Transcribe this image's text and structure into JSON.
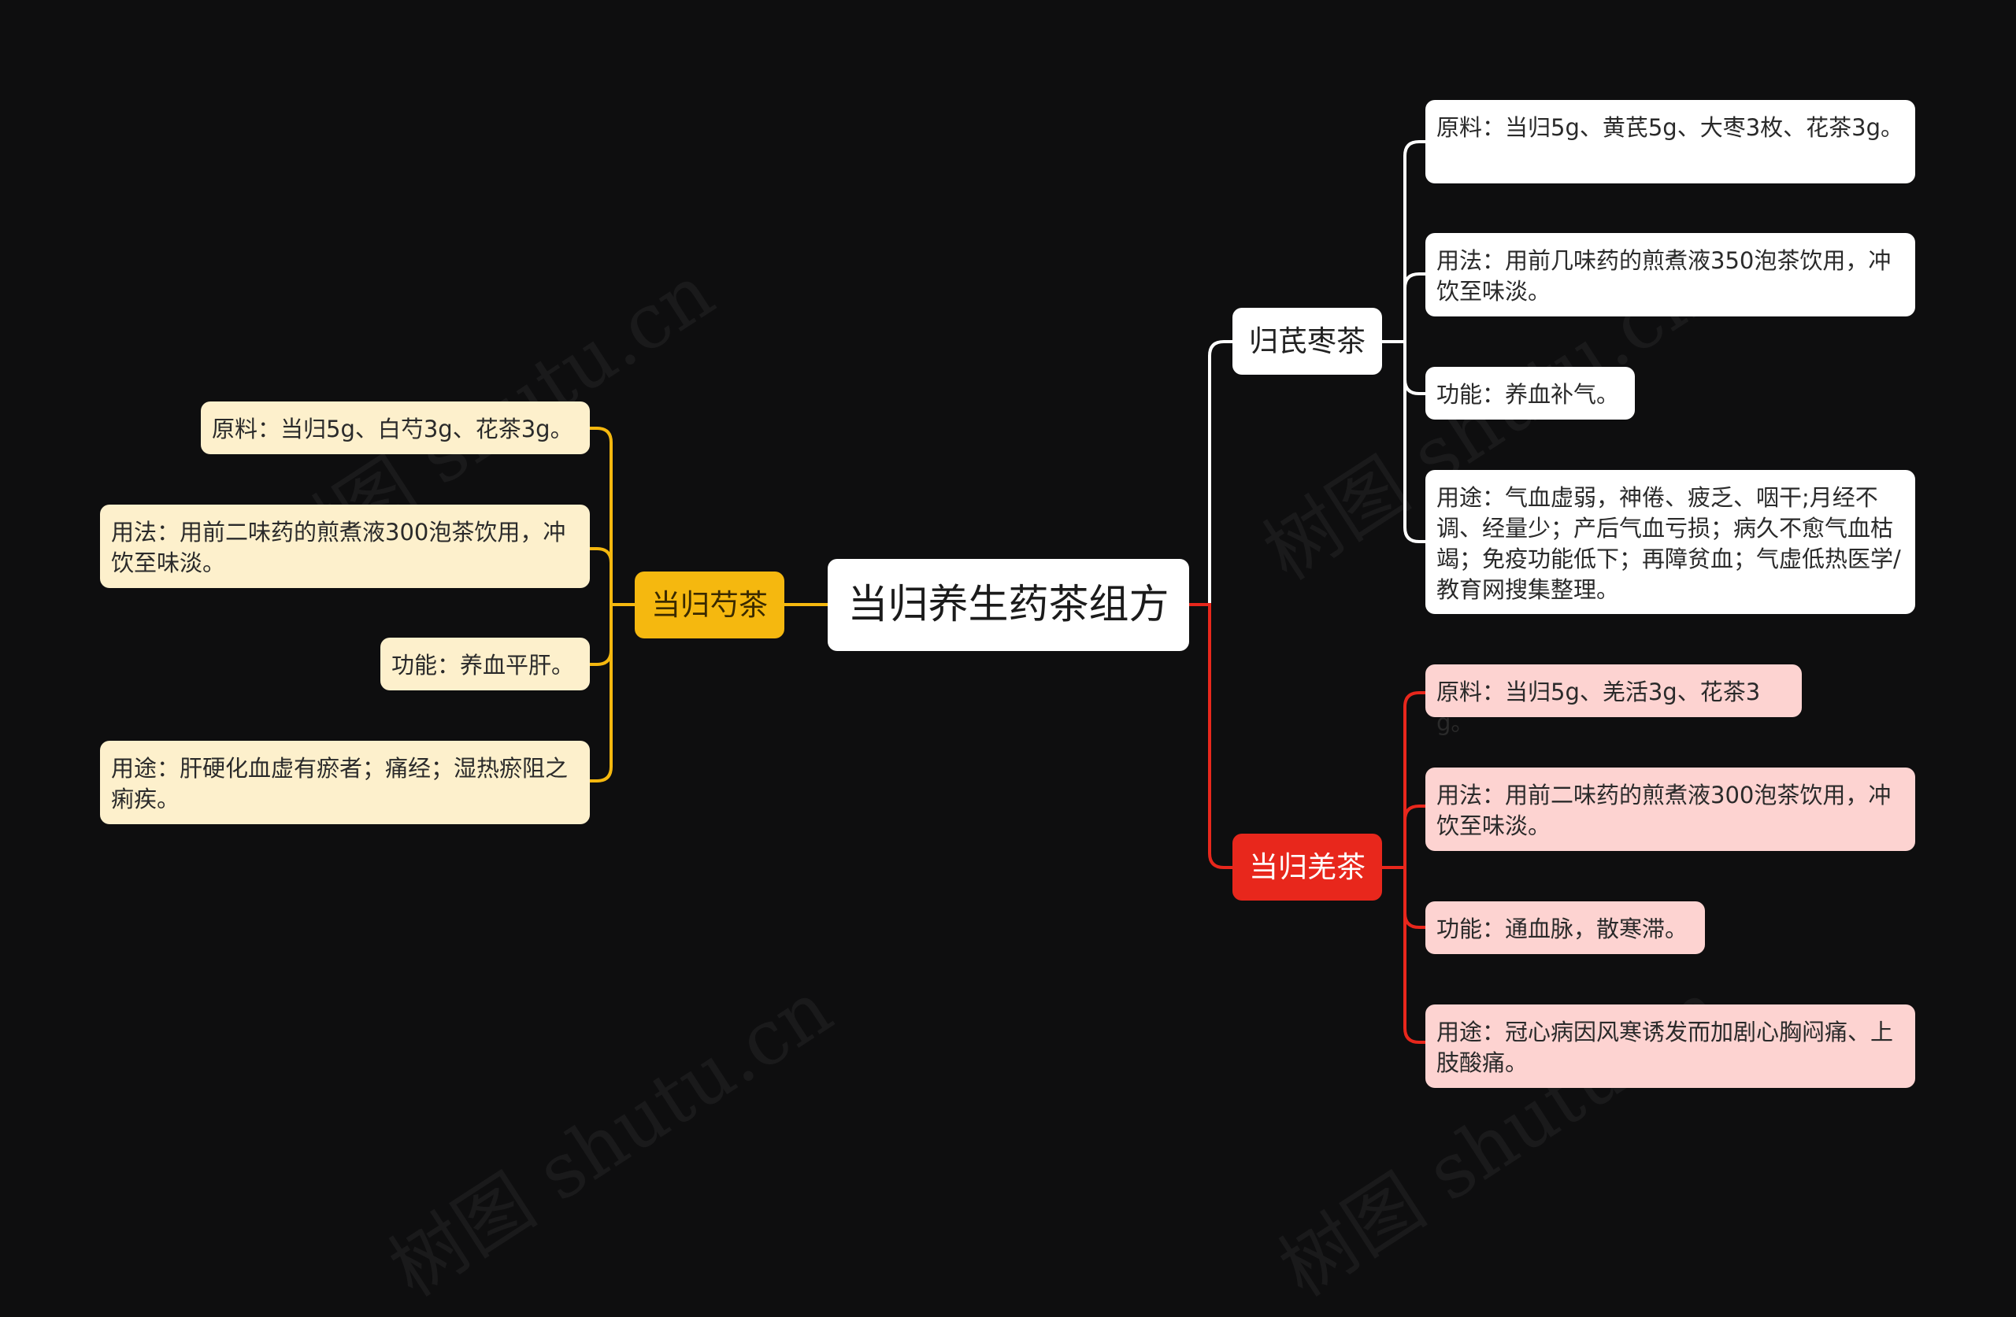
{
  "watermark": "树图 shutu.cn",
  "root": {
    "label": "当归养生药茶组方"
  },
  "branches": [
    {
      "label": "当归芍茶",
      "color": "#f5b80f",
      "leaves": [
        "原料：当归5g、白芍3g、花茶3g。",
        "用法：用前二味药的煎煮液300泡茶饮用，冲饮至味淡。",
        "功能：养血平肝。",
        "用途：肝硬化血虚有瘀者；痛经；湿热瘀阻之痢疾。"
      ]
    },
    {
      "label": "归芪枣茶",
      "color": "#ffffff",
      "leaves": [
        "原料：当归5g、黄芪5g、大枣3枚、花茶3g。",
        "用法：用前几味药的煎煮液350泡茶饮用，冲饮至味淡。",
        "功能：养血补气。",
        "用途：气血虚弱，神倦、疲乏、咽干;月经不调、经量少；产后气血亏损；病久不愈气血枯竭；免疫功能低下；再障贫血；气虚低热医学/教育网搜集整理。"
      ]
    },
    {
      "label": "当归羌茶",
      "color": "#e8271c",
      "leaves": [
        "原料：当归5g、羌活3g、花茶3g。",
        "用法：用前二味药的煎煮液300泡茶饮用，冲饮至味淡。",
        "功能：通血脉，散寒滞。",
        "用途：冠心病因风寒诱发而加剧心胸闷痛、上肢酸痛。"
      ]
    }
  ]
}
